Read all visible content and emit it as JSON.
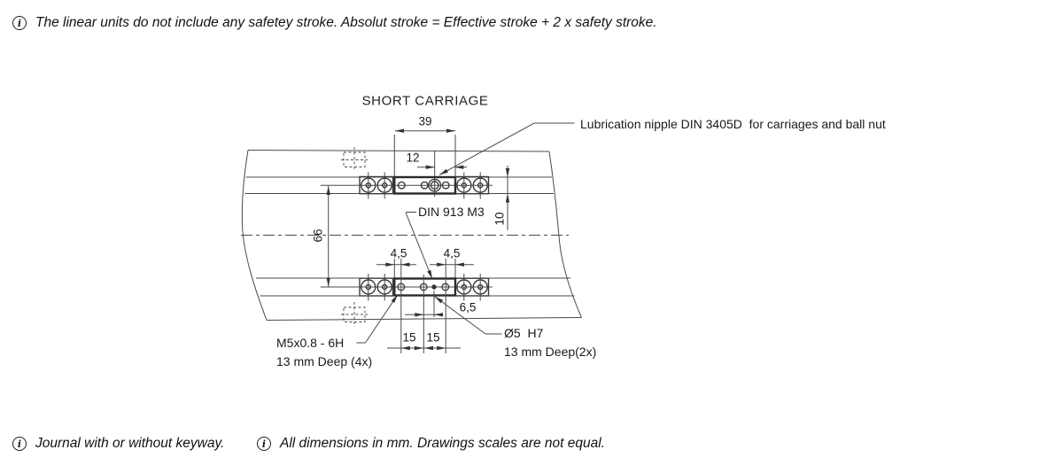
{
  "notes": {
    "icon_glyph": "i",
    "top": "The linear units do not include any safetey stroke. Absolut stroke = Effective stroke + 2 x safety stroke.",
    "bottom": [
      {
        "text": "Journal with or without keyway."
      },
      {
        "text": "All dimensions in mm. Drawings scales are not equal."
      }
    ]
  },
  "drawing": {
    "title": "SHORT CARRIAGE",
    "dims": {
      "carriage_length": "39",
      "nipple_offset": "12",
      "row_spacing": "66",
      "rail_height": "10",
      "edge_left": "4,5",
      "edge_right": "4,5",
      "screw_offset": "6,5",
      "pitch_a": "15",
      "pitch_b": "15"
    },
    "labels": {
      "lubrication": "Lubrication nipple DIN 3405D  for carriages and ball nut",
      "set_screw": "DIN 913 M3",
      "thread_line1": "M5x0.8 - 6H",
      "thread_line2": "13 mm Deep (4x)",
      "fit_line1": "Ø5  H7",
      "fit_line2": "13 mm Deep(2x)"
    },
    "colors": {
      "line": "#4a4a4a",
      "text": "#1a1a1a"
    }
  }
}
